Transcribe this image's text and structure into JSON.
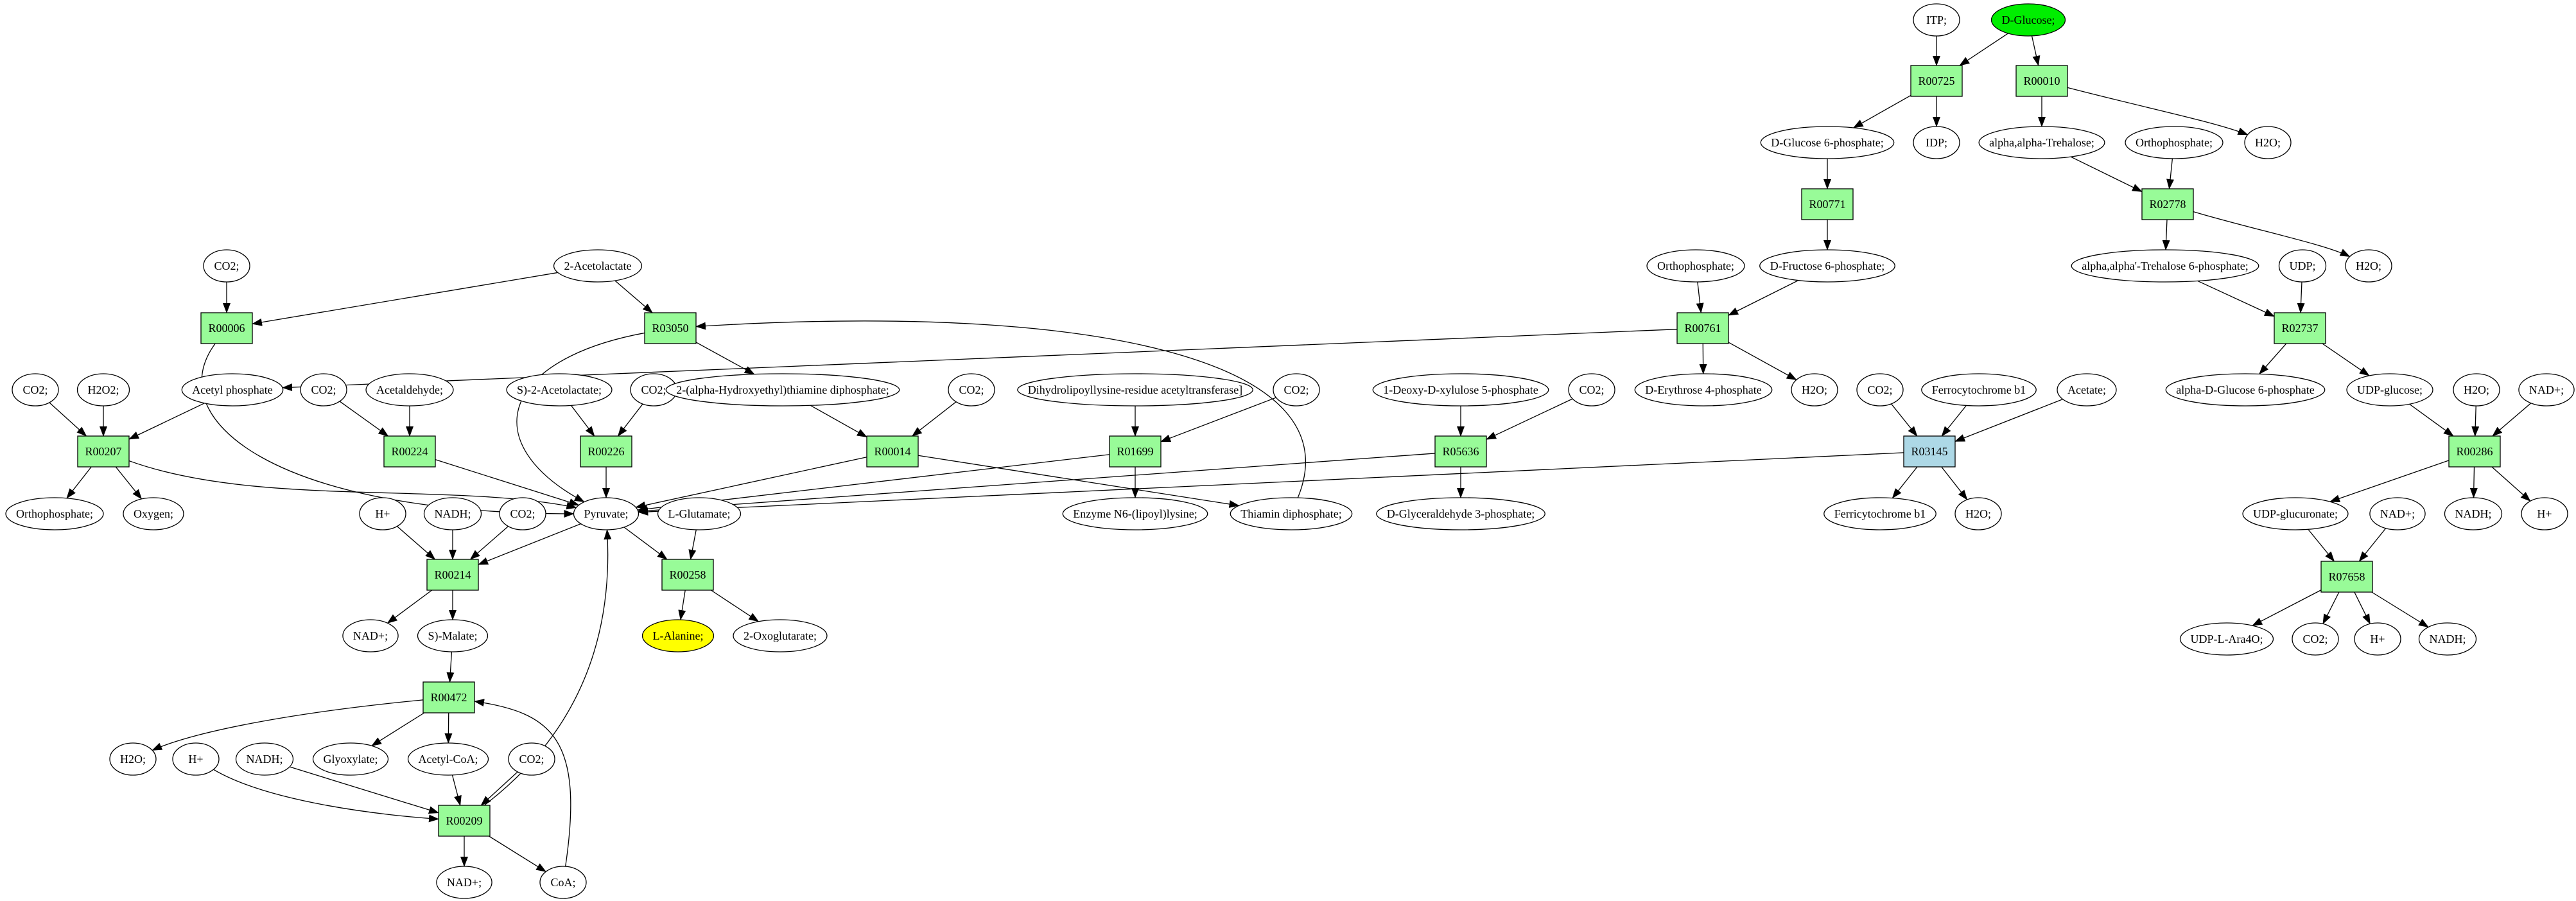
{
  "colors": {
    "reaction": "#98fb98",
    "metabolite": "#ffffff",
    "source": "#00ee00",
    "target": "#ffff00",
    "highlight_reaction": "#add8e6"
  },
  "nodes": [
    {
      "id": "itp",
      "label": "ITP;",
      "kind": "metabolite"
    },
    {
      "id": "dglc",
      "label": "D-Glucose;",
      "kind": "metabolite",
      "fill": "#00ee00"
    },
    {
      "id": "r00725",
      "label": "R00725",
      "kind": "reaction"
    },
    {
      "id": "r00010",
      "label": "R00010",
      "kind": "reaction"
    },
    {
      "id": "dg6p",
      "label": "D-Glucose 6-phosphate;",
      "kind": "metabolite"
    },
    {
      "id": "idp",
      "label": "IDP;",
      "kind": "metabolite"
    },
    {
      "id": "treh",
      "label": "alpha,alpha-Trehalose;",
      "kind": "metabolite"
    },
    {
      "id": "ortho1",
      "label": "Orthophosphate;",
      "kind": "metabolite"
    },
    {
      "id": "h2o1",
      "label": "H2O;",
      "kind": "metabolite"
    },
    {
      "id": "r00771",
      "label": "R00771",
      "kind": "reaction"
    },
    {
      "id": "r02778",
      "label": "R02778",
      "kind": "reaction"
    },
    {
      "id": "ortho2",
      "label": "Orthophosphate;",
      "kind": "metabolite"
    },
    {
      "id": "f6p",
      "label": "D-Fructose 6-phosphate;",
      "kind": "metabolite"
    },
    {
      "id": "tre6p",
      "label": "alpha,alpha'-Trehalose 6-phosphate;",
      "kind": "metabolite"
    },
    {
      "id": "udp",
      "label": "UDP;",
      "kind": "metabolite"
    },
    {
      "id": "h2o2",
      "label": "H2O;",
      "kind": "metabolite"
    },
    {
      "id": "r00761",
      "label": "R00761",
      "kind": "reaction"
    },
    {
      "id": "r02737",
      "label": "R02737",
      "kind": "reaction"
    },
    {
      "id": "ery4p",
      "label": "D-Erythrose 4-phosphate",
      "kind": "metabolite"
    },
    {
      "id": "h2o3",
      "label": "H2O;",
      "kind": "metabolite"
    },
    {
      "id": "co2a",
      "label": "CO2;",
      "kind": "metabolite"
    },
    {
      "id": "ferro",
      "label": "Ferrocytochrome b1",
      "kind": "metabolite"
    },
    {
      "id": "acetate",
      "label": "Acetate;",
      "kind": "metabolite"
    },
    {
      "id": "adg6p",
      "label": "alpha-D-Glucose 6-phosphate",
      "kind": "metabolite"
    },
    {
      "id": "udpglc",
      "label": "UDP-glucose;",
      "kind": "metabolite"
    },
    {
      "id": "h2o4",
      "label": "H2O;",
      "kind": "metabolite"
    },
    {
      "id": "nad1",
      "label": "NAD+;",
      "kind": "metabolite"
    },
    {
      "id": "r03145",
      "label": "R03145",
      "kind": "reaction",
      "fill": "#add8e6"
    },
    {
      "id": "r00286",
      "label": "R00286",
      "kind": "reaction"
    },
    {
      "id": "ferri",
      "label": "Ferricytochrome b1",
      "kind": "metabolite"
    },
    {
      "id": "h2o5",
      "label": "H2O;",
      "kind": "metabolite"
    },
    {
      "id": "udpglcu",
      "label": "UDP-glucuronate;",
      "kind": "metabolite"
    },
    {
      "id": "nad2",
      "label": "NAD+;",
      "kind": "metabolite"
    },
    {
      "id": "nadh1",
      "label": "NADH;",
      "kind": "metabolite"
    },
    {
      "id": "hplus1",
      "label": "H+",
      "kind": "metabolite"
    },
    {
      "id": "r07658",
      "label": "R07658",
      "kind": "reaction"
    },
    {
      "id": "udpara",
      "label": "UDP-L-Ara4O;",
      "kind": "metabolite"
    },
    {
      "id": "co2b",
      "label": "CO2;",
      "kind": "metabolite"
    },
    {
      "id": "hplus2",
      "label": "H+",
      "kind": "metabolite"
    },
    {
      "id": "nadh2",
      "label": "NADH;",
      "kind": "metabolite"
    },
    {
      "id": "co2c",
      "label": "CO2;",
      "kind": "metabolite"
    },
    {
      "id": "acetolac",
      "label": "2-Acetolactate",
      "kind": "metabolite"
    },
    {
      "id": "r00006",
      "label": "R00006",
      "kind": "reaction"
    },
    {
      "id": "r03050",
      "label": "R03050",
      "kind": "reaction"
    },
    {
      "id": "co2d",
      "label": "CO2;",
      "kind": "metabolite"
    },
    {
      "id": "h2o2b",
      "label": "H2O2;",
      "kind": "metabolite"
    },
    {
      "id": "acetylp",
      "label": "Acetyl phosphate",
      "kind": "metabolite"
    },
    {
      "id": "co2e",
      "label": "CO2;",
      "kind": "metabolite"
    },
    {
      "id": "acetald",
      "label": "Acetaldehyde;",
      "kind": "metabolite"
    },
    {
      "id": "s2acet",
      "label": "S)-2-Acetolactate;",
      "kind": "metabolite"
    },
    {
      "id": "co2f",
      "label": "CO2;",
      "kind": "metabolite"
    },
    {
      "id": "hetpp",
      "label": "2-(alpha-Hydroxyethyl)thiamine diphosphate;",
      "kind": "metabolite"
    },
    {
      "id": "co2g",
      "label": "CO2;",
      "kind": "metabolite"
    },
    {
      "id": "dihydro",
      "label": "Dihydrolipoyllysine-residue acetyltransferase]",
      "kind": "metabolite"
    },
    {
      "id": "co2h",
      "label": "CO2;",
      "kind": "metabolite"
    },
    {
      "id": "deoxy",
      "label": "1-Deoxy-D-xylulose 5-phosphate",
      "kind": "metabolite"
    },
    {
      "id": "co2i",
      "label": "CO2;",
      "kind": "metabolite"
    },
    {
      "id": "r00207",
      "label": "R00207",
      "kind": "reaction"
    },
    {
      "id": "r00224",
      "label": "R00224",
      "kind": "reaction"
    },
    {
      "id": "r00226",
      "label": "R00226",
      "kind": "reaction"
    },
    {
      "id": "r00014",
      "label": "R00014",
      "kind": "reaction"
    },
    {
      "id": "r01699",
      "label": "R01699",
      "kind": "reaction"
    },
    {
      "id": "r05636",
      "label": "R05636",
      "kind": "reaction"
    },
    {
      "id": "ortho3",
      "label": "Orthophosphate;",
      "kind": "metabolite"
    },
    {
      "id": "oxygen",
      "label": "Oxygen;",
      "kind": "metabolite"
    },
    {
      "id": "hplus3",
      "label": "H+",
      "kind": "metabolite"
    },
    {
      "id": "nadh3",
      "label": "NADH;",
      "kind": "metabolite"
    },
    {
      "id": "co2j",
      "label": "CO2;",
      "kind": "metabolite"
    },
    {
      "id": "pyruvate",
      "label": "Pyruvate;",
      "kind": "metabolite"
    },
    {
      "id": "lglu",
      "label": "L-Glutamate;",
      "kind": "metabolite"
    },
    {
      "id": "enzn6",
      "label": "Enzyme N6-(lipoyl)lysine;",
      "kind": "metabolite"
    },
    {
      "id": "thiamin",
      "label": "Thiamin diphosphate;",
      "kind": "metabolite"
    },
    {
      "id": "gap",
      "label": "D-Glyceraldehyde 3-phosphate;",
      "kind": "metabolite"
    },
    {
      "id": "r00214",
      "label": "R00214",
      "kind": "reaction"
    },
    {
      "id": "r00258",
      "label": "R00258",
      "kind": "reaction"
    },
    {
      "id": "nad3",
      "label": "NAD+;",
      "kind": "metabolite"
    },
    {
      "id": "smalate",
      "label": "S)-Malate;",
      "kind": "metabolite"
    },
    {
      "id": "lala",
      "label": "L-Alanine;",
      "kind": "metabolite",
      "fill": "#ffff00"
    },
    {
      "id": "oxoglu",
      "label": "2-Oxoglutarate;",
      "kind": "metabolite"
    },
    {
      "id": "r00472",
      "label": "R00472",
      "kind": "reaction"
    },
    {
      "id": "h2o6",
      "label": "H2O;",
      "kind": "metabolite"
    },
    {
      "id": "hplus4",
      "label": "H+",
      "kind": "metabolite"
    },
    {
      "id": "nadh4",
      "label": "NADH;",
      "kind": "metabolite"
    },
    {
      "id": "glyox",
      "label": "Glyoxylate;",
      "kind": "metabolite"
    },
    {
      "id": "acoa",
      "label": "Acetyl-CoA;",
      "kind": "metabolite"
    },
    {
      "id": "co2k",
      "label": "CO2;",
      "kind": "metabolite"
    },
    {
      "id": "r00209",
      "label": "R00209",
      "kind": "reaction"
    },
    {
      "id": "nad4",
      "label": "NAD+;",
      "kind": "metabolite"
    },
    {
      "id": "coa",
      "label": "CoA;",
      "kind": "metabolite"
    }
  ],
  "edges": [
    [
      "itp",
      "r00725"
    ],
    [
      "dglc",
      "r00725"
    ],
    [
      "dglc",
      "r00010"
    ],
    [
      "r00725",
      "dg6p"
    ],
    [
      "r00725",
      "idp"
    ],
    [
      "r00010",
      "treh"
    ],
    [
      "r00010",
      "h2o1"
    ],
    [
      "treh",
      "r02778"
    ],
    [
      "ortho1",
      "r02778"
    ],
    [
      "r02778",
      "tre6p"
    ],
    [
      "r02778",
      "h2o2"
    ],
    [
      "dg6p",
      "r00771"
    ],
    [
      "r00771",
      "f6p"
    ],
    [
      "f6p",
      "r00761"
    ],
    [
      "ortho2",
      "r00761"
    ],
    [
      "tre6p",
      "r02737"
    ],
    [
      "udp",
      "r02737"
    ],
    [
      "r02737",
      "adg6p"
    ],
    [
      "r02737",
      "udpglc"
    ],
    [
      "r00761",
      "ery4p"
    ],
    [
      "r00761",
      "h2o3"
    ],
    [
      "r00761",
      "acetylp"
    ],
    [
      "udpglc",
      "r00286"
    ],
    [
      "h2o4",
      "r00286"
    ],
    [
      "nad1",
      "r00286"
    ],
    [
      "r00286",
      "udpglcu"
    ],
    [
      "r00286",
      "nadh1"
    ],
    [
      "r00286",
      "hplus1"
    ],
    [
      "udpglcu",
      "r07658"
    ],
    [
      "nad2",
      "r07658"
    ],
    [
      "r07658",
      "udpara"
    ],
    [
      "r07658",
      "co2b"
    ],
    [
      "r07658",
      "hplus2"
    ],
    [
      "r07658",
      "nadh2"
    ],
    [
      "co2a",
      "r03145"
    ],
    [
      "ferro",
      "r03145"
    ],
    [
      "acetate",
      "r03145"
    ],
    [
      "r03145",
      "ferri"
    ],
    [
      "r03145",
      "h2o5"
    ],
    [
      "r03145",
      "pyruvate"
    ],
    [
      "co2c",
      "r00006"
    ],
    [
      "acetolac",
      "r00006"
    ],
    [
      "acetolac",
      "r03050"
    ],
    [
      "r00006",
      "pyruvate"
    ],
    [
      "r03050",
      "pyruvate"
    ],
    [
      "r03050",
      "hetpp"
    ],
    [
      "thiamin",
      "r03050"
    ],
    [
      "co2d",
      "r00207"
    ],
    [
      "h2o2b",
      "r00207"
    ],
    [
      "acetylp",
      "r00207"
    ],
    [
      "r00207",
      "ortho3"
    ],
    [
      "r00207",
      "oxygen"
    ],
    [
      "r00207",
      "pyruvate"
    ],
    [
      "co2e",
      "r00224"
    ],
    [
      "acetald",
      "r00224"
    ],
    [
      "r00224",
      "pyruvate"
    ],
    [
      "s2acet",
      "r00226"
    ],
    [
      "co2f",
      "r00226"
    ],
    [
      "r00226",
      "pyruvate"
    ],
    [
      "hetpp",
      "r00014"
    ],
    [
      "co2g",
      "r00014"
    ],
    [
      "r00014",
      "pyruvate"
    ],
    [
      "r00014",
      "thiamin"
    ],
    [
      "dihydro",
      "r01699"
    ],
    [
      "co2h",
      "r01699"
    ],
    [
      "r01699",
      "enzn6"
    ],
    [
      "r01699",
      "pyruvate"
    ],
    [
      "deoxy",
      "r05636"
    ],
    [
      "co2i",
      "r05636"
    ],
    [
      "r05636",
      "gap"
    ],
    [
      "r05636",
      "pyruvate"
    ],
    [
      "hplus3",
      "r00214"
    ],
    [
      "nadh3",
      "r00214"
    ],
    [
      "co2j",
      "r00214"
    ],
    [
      "pyruvate",
      "r00214"
    ],
    [
      "r00214",
      "nad3"
    ],
    [
      "r00214",
      "smalate"
    ],
    [
      "pyruvate",
      "r00258"
    ],
    [
      "lglu",
      "r00258"
    ],
    [
      "r00258",
      "lala"
    ],
    [
      "r00258",
      "oxoglu"
    ],
    [
      "smalate",
      "r00472"
    ],
    [
      "r00472",
      "h2o6"
    ],
    [
      "r00472",
      "glyox"
    ],
    [
      "r00472",
      "acoa"
    ],
    [
      "hplus4",
      "r00209"
    ],
    [
      "nadh4",
      "r00209"
    ],
    [
      "acoa",
      "r00209"
    ],
    [
      "co2k",
      "r00209"
    ],
    [
      "r00209",
      "nad4"
    ],
    [
      "r00209",
      "coa"
    ],
    [
      "coa",
      "r00472"
    ],
    [
      "r00209",
      "pyruvate"
    ]
  ]
}
